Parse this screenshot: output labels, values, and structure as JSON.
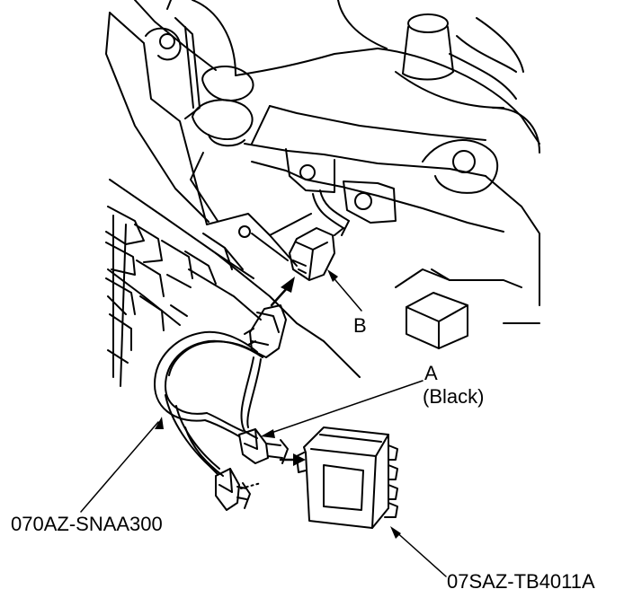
{
  "labels": {
    "b": "B",
    "a": "A",
    "a_sub": "(Black)",
    "harness": "070AZ-SNAA300",
    "unit": "07SAZ-TB4011A"
  },
  "colors": {
    "line": "#000000",
    "background": "#ffffff"
  }
}
